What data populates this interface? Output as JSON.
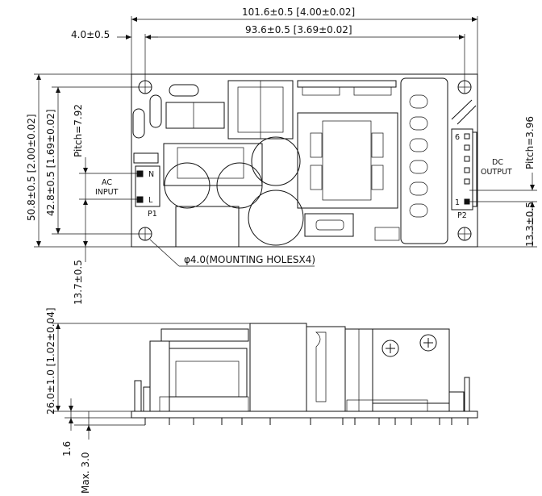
{
  "top_view": {
    "dim_total_width": "101.6±0.5  [4.00±0.02]",
    "dim_hole_offset": "4.0±0.5",
    "dim_hole_pitch": "93.6±0.5  [3.69±0.02]",
    "dim_total_height": "50.8±0.5  [2.00±0.02]",
    "dim_hole_vpitch": "42.8±0.5  [1.69±0.02]",
    "dim_ac_pitch": "Pitch=7.92",
    "dim_dc_pitch": "Pitch=3.96",
    "dim_dc_offset": "13.3±0.5",
    "dim_ac_offset": "13.7±0.5",
    "ac_label_1": "AC",
    "ac_label_2": "INPUT",
    "ac_pin_n": "N",
    "ac_pin_l": "L",
    "ac_connector": "P1",
    "dc_label_1": "DC",
    "dc_label_2": "OUTPUT",
    "dc_pin_6": "6",
    "dc_pin_1": "1",
    "dc_connector": "P2",
    "mounting_note": "φ4.0(MOUNTING HOLESX4)"
  },
  "side_view": {
    "dim_height": "26.0±1.0  [1.02±0.04]",
    "dim_board": "1.6",
    "dim_pins": "Max. 3.0"
  }
}
